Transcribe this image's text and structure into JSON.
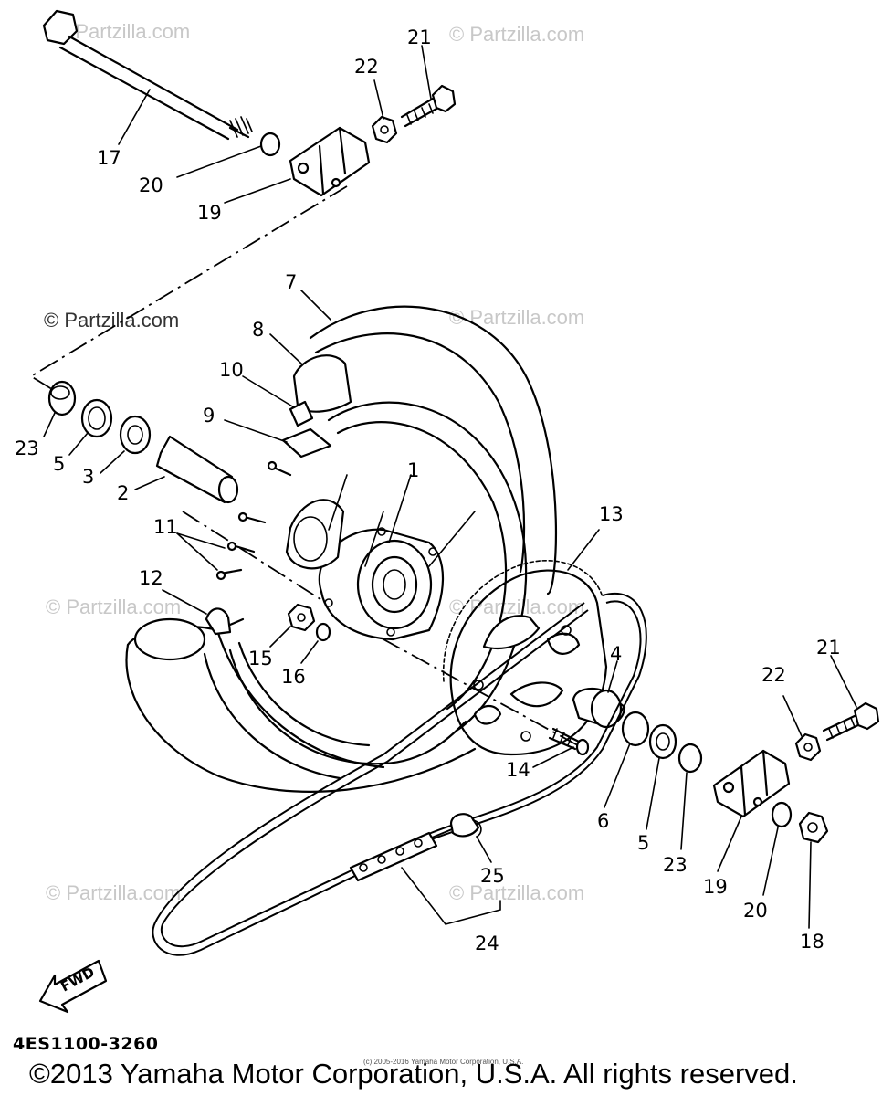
{
  "diagram": {
    "part_code": "4ES1100-3260",
    "copyright": "©2013 Yamaha Motor Corporation, U.S.A. All rights reserved.",
    "tiny_copyright": "(c) 2005-2016 Yamaha Motor Corporation, U.S.A.",
    "watermark": "© Partzilla.com",
    "fwd_label": "FWD",
    "callouts": {
      "c1": "1",
      "c2": "2",
      "c3": "3",
      "c4": "4",
      "c5a": "5",
      "c5b": "5",
      "c6": "6",
      "c7": "7",
      "c8": "8",
      "c9": "9",
      "c10": "10",
      "c11": "11",
      "c12": "12",
      "c13": "13",
      "c14": "14",
      "c15": "15",
      "c16": "16",
      "c17": "17",
      "c18": "18",
      "c19a": "19",
      "c19b": "19",
      "c20a": "20",
      "c20b": "20",
      "c21a": "21",
      "c21b": "21",
      "c22a": "22",
      "c22b": "22",
      "c23a": "23",
      "c23b": "23",
      "c24": "24",
      "c25": "25"
    }
  }
}
